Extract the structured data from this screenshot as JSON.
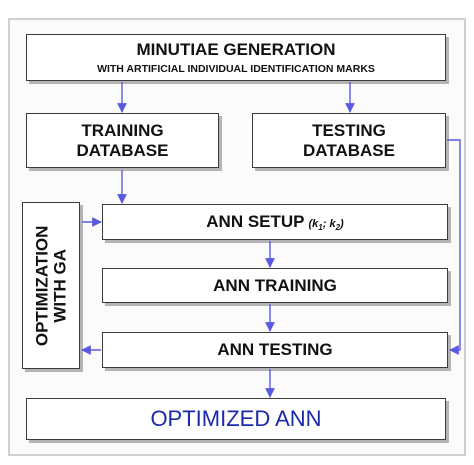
{
  "diagram": {
    "minutiae": {
      "title": "MINUTIAE GENERATION",
      "subtitle": "WITH ARTIFICIAL INDIVIDUAL IDENTIFICATION MARKS"
    },
    "training_database": {
      "line1": "TRAINING",
      "line2": "DATABASE"
    },
    "testing_database": {
      "line1": "TESTING",
      "line2": "DATABASE"
    },
    "optimization": {
      "line1": "OPTIMIZATION",
      "line2": "WITH GA"
    },
    "ann_setup": {
      "label": "ANN SETUP",
      "params_open": "(k",
      "sub1": "1",
      "sep": "; k",
      "sub2": "2",
      "params_close": ")"
    },
    "ann_training": "ANN TRAINING",
    "ann_testing": "ANN TESTING",
    "optimized_ann": "OPTIMIZED ANN"
  },
  "colors": {
    "arrow": "#5a5ae0",
    "border": "#3c3c3c",
    "shadow": "#b4b4b4",
    "result_text": "#1a2aa8"
  }
}
